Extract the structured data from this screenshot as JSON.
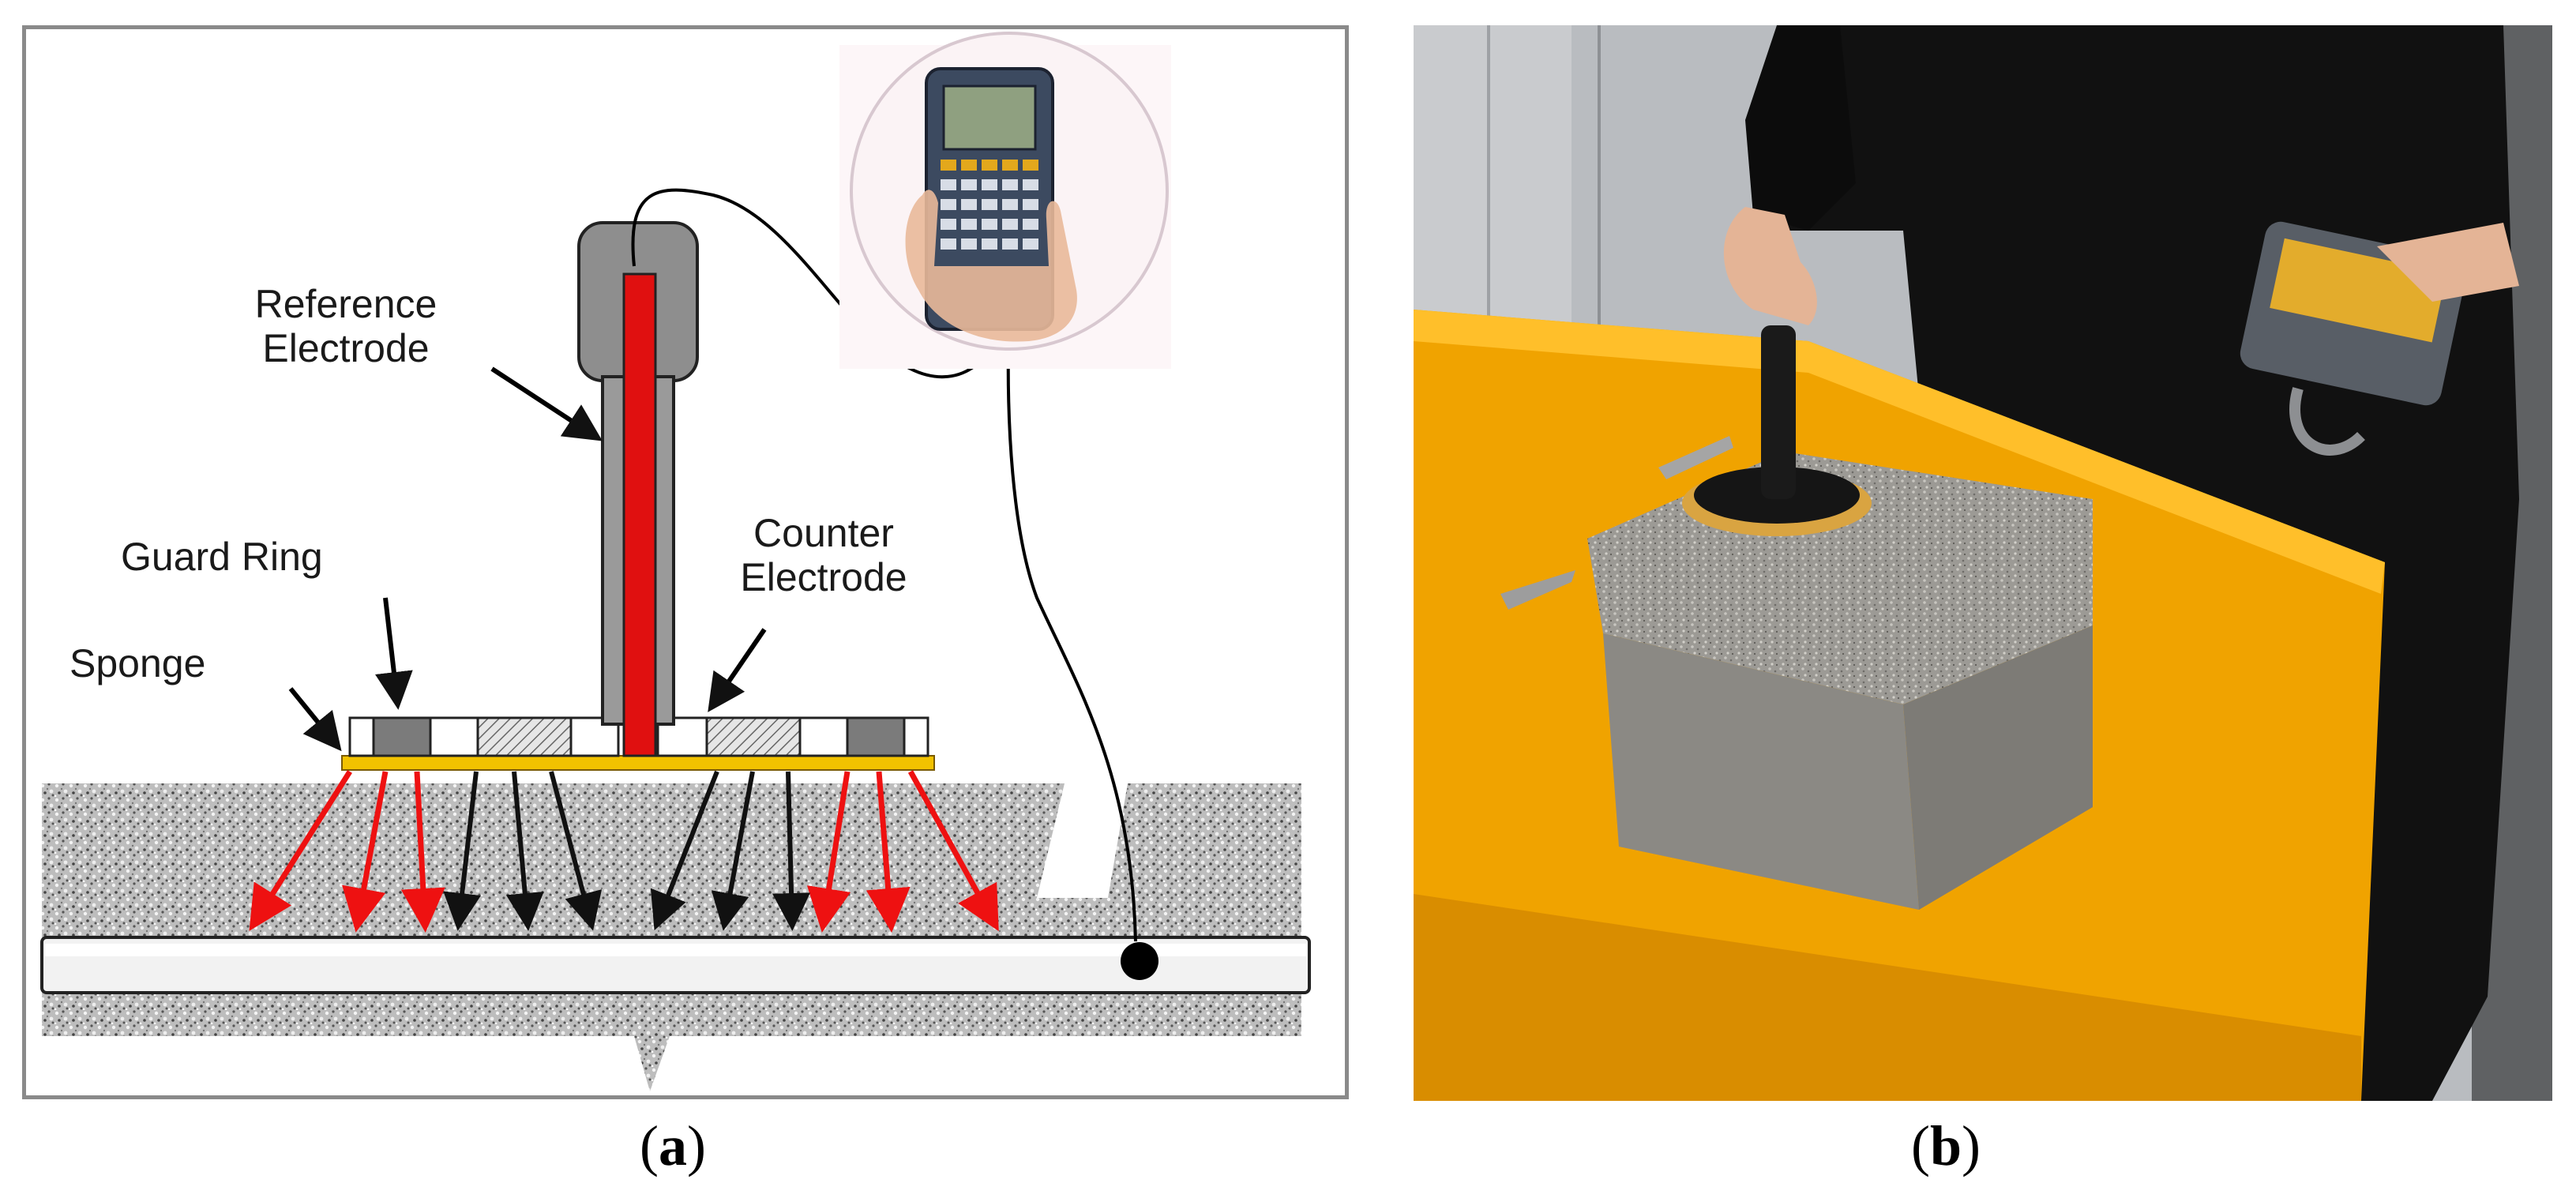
{
  "figure": {
    "panel_a": {
      "caption_open": "(",
      "caption_letter": "a",
      "caption_close": ")",
      "labels": {
        "reference_electrode": "Reference\nElectrode",
        "guard_ring": "Guard Ring",
        "counter_electrode": "Counter\nElectrode",
        "sponge": "Sponge"
      }
    },
    "panel_b": {
      "caption_open": "(",
      "caption_letter": "b",
      "caption_close": ")"
    }
  },
  "colors": {
    "reference_electrode": "#e01010",
    "current_arrows_guard": "#ee1111",
    "current_arrows_counter": "#111111",
    "sponge": "#f2c200",
    "table": "#f2a900",
    "concrete": "#9a9a9a"
  },
  "icons": [
    "multimeter-device-icon",
    "hand-icon"
  ]
}
